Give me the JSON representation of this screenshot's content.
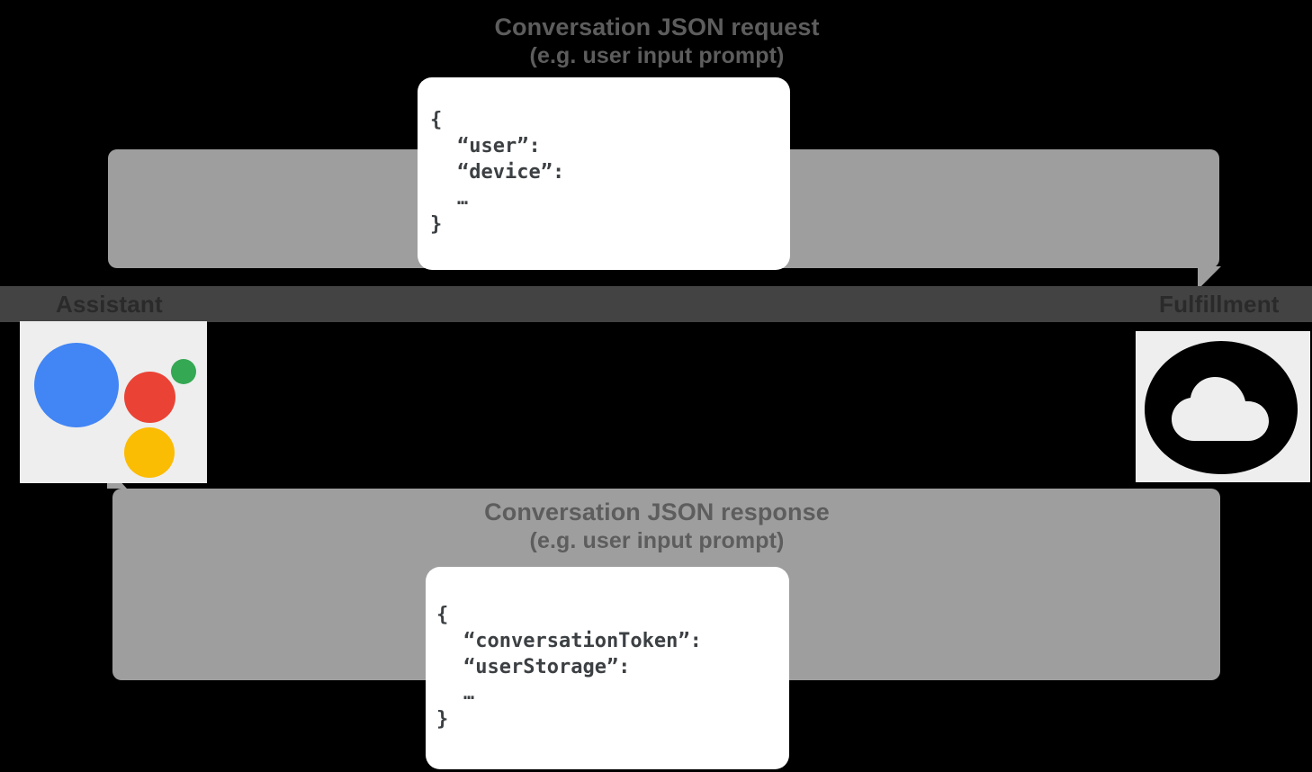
{
  "diagram": {
    "title_hidden": "Google Assistant conversation request/response flow",
    "actors": [
      {
        "name": "Assistant",
        "icon": "google-assistant-icon"
      },
      {
        "name": "Fulfillment",
        "icon": "cloud-icon"
      }
    ],
    "messages": [
      {
        "id": "request",
        "label_line1": "Conversation JSON request",
        "label_line2": "(e.g. user input prompt)",
        "direction": "assistant-to-fulfillment",
        "payload": {
          "open": "{",
          "fields": [
            "“user”:",
            "“device”:"
          ],
          "ellipsis": "…",
          "close": "}"
        }
      },
      {
        "id": "response",
        "label_line1": "Conversation JSON response",
        "label_line2": "(e.g. user input prompt)",
        "direction": "fulfillment-to-assistant",
        "payload": {
          "open": "{",
          "fields": [
            "“conversationToken”:",
            "“userStorage”:"
          ],
          "ellipsis": "…",
          "close": "}"
        }
      }
    ],
    "colors": {
      "band": "#9e9e9e",
      "actor_strip": "#434343",
      "tile": "#eeeeee",
      "assistant_blue": "#4285f4",
      "assistant_red": "#ea4335",
      "assistant_yellow": "#fbbc04",
      "assistant_green": "#34a853",
      "card": "#ffffff",
      "background": "#000000"
    }
  }
}
